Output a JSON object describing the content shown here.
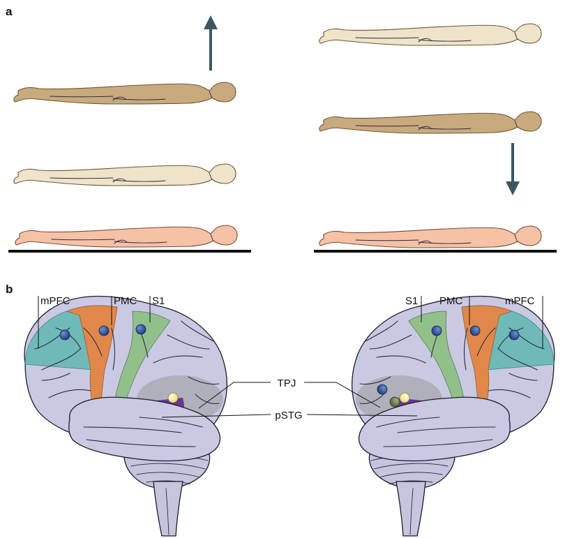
{
  "panels": {
    "a": "a",
    "b": "b"
  },
  "labels": {
    "mpfc": "mPFC",
    "pmc": "PMC",
    "s1": "S1",
    "tpj": "TPJ",
    "pstg": "pSTG"
  },
  "colors": {
    "body_tan": "#c9aa7c",
    "body_pale": "#efe3c9",
    "body_pink": "#f5c2a6",
    "arrow": "#3b5563",
    "brain": "#c9c9e4",
    "mpfc": "#6bbab7",
    "pmc": "#e0884a",
    "s1": "#92c08a",
    "tpj": "#9a9a9a",
    "pstg": "#6a3694",
    "dot_blue": "#2f4f9a",
    "dot_yellow": "#f6f0a8",
    "dot_green": "#6f7d55"
  },
  "icons": {
    "up_arrow": "arrow-up-icon",
    "down_arrow": "arrow-down-icon"
  }
}
